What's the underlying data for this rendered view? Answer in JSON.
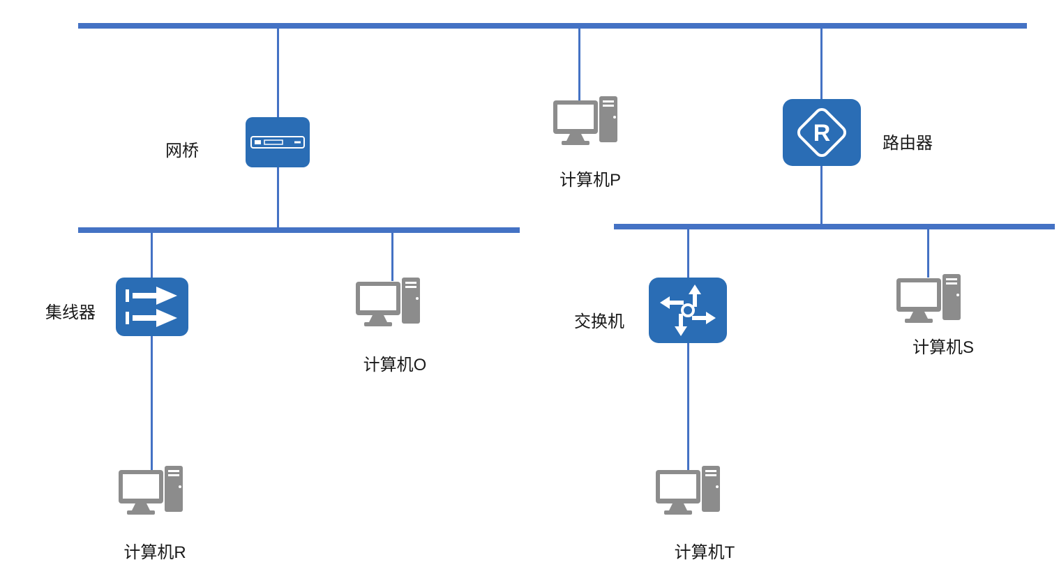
{
  "diagram": {
    "type": "network-topology",
    "colors": {
      "bus_line": "#4472C4",
      "device_fill": "#2A6DB5",
      "computer_fill": "#8C8C8C",
      "label_color": "#1A1A1A",
      "background": "#FFFFFF"
    },
    "nodes": {
      "bridge": {
        "label": "网桥",
        "icon": "bridge-icon"
      },
      "router": {
        "label": "路由器",
        "icon": "router-icon",
        "letter": "R"
      },
      "hub": {
        "label": "集线器",
        "icon": "hub-icon"
      },
      "switch": {
        "label": "交换机",
        "icon": "switch-icon"
      },
      "computer_p": {
        "label": "计算机P",
        "icon": "computer-icon"
      },
      "computer_o": {
        "label": "计算机O",
        "icon": "computer-icon"
      },
      "computer_r": {
        "label": "计算机R",
        "icon": "computer-icon"
      },
      "computer_s": {
        "label": "计算机S",
        "icon": "computer-icon"
      },
      "computer_t": {
        "label": "计算机T",
        "icon": "computer-icon"
      }
    },
    "connections": [
      {
        "from": "top-bus",
        "to": "bridge"
      },
      {
        "from": "top-bus",
        "to": "computer_p"
      },
      {
        "from": "top-bus",
        "to": "router"
      },
      {
        "from": "bridge",
        "to": "left-bus"
      },
      {
        "from": "router",
        "to": "right-bus"
      },
      {
        "from": "left-bus",
        "to": "hub"
      },
      {
        "from": "left-bus",
        "to": "computer_o"
      },
      {
        "from": "hub",
        "to": "computer_r"
      },
      {
        "from": "right-bus",
        "to": "switch"
      },
      {
        "from": "right-bus",
        "to": "computer_s"
      },
      {
        "from": "switch",
        "to": "computer_t"
      }
    ]
  }
}
